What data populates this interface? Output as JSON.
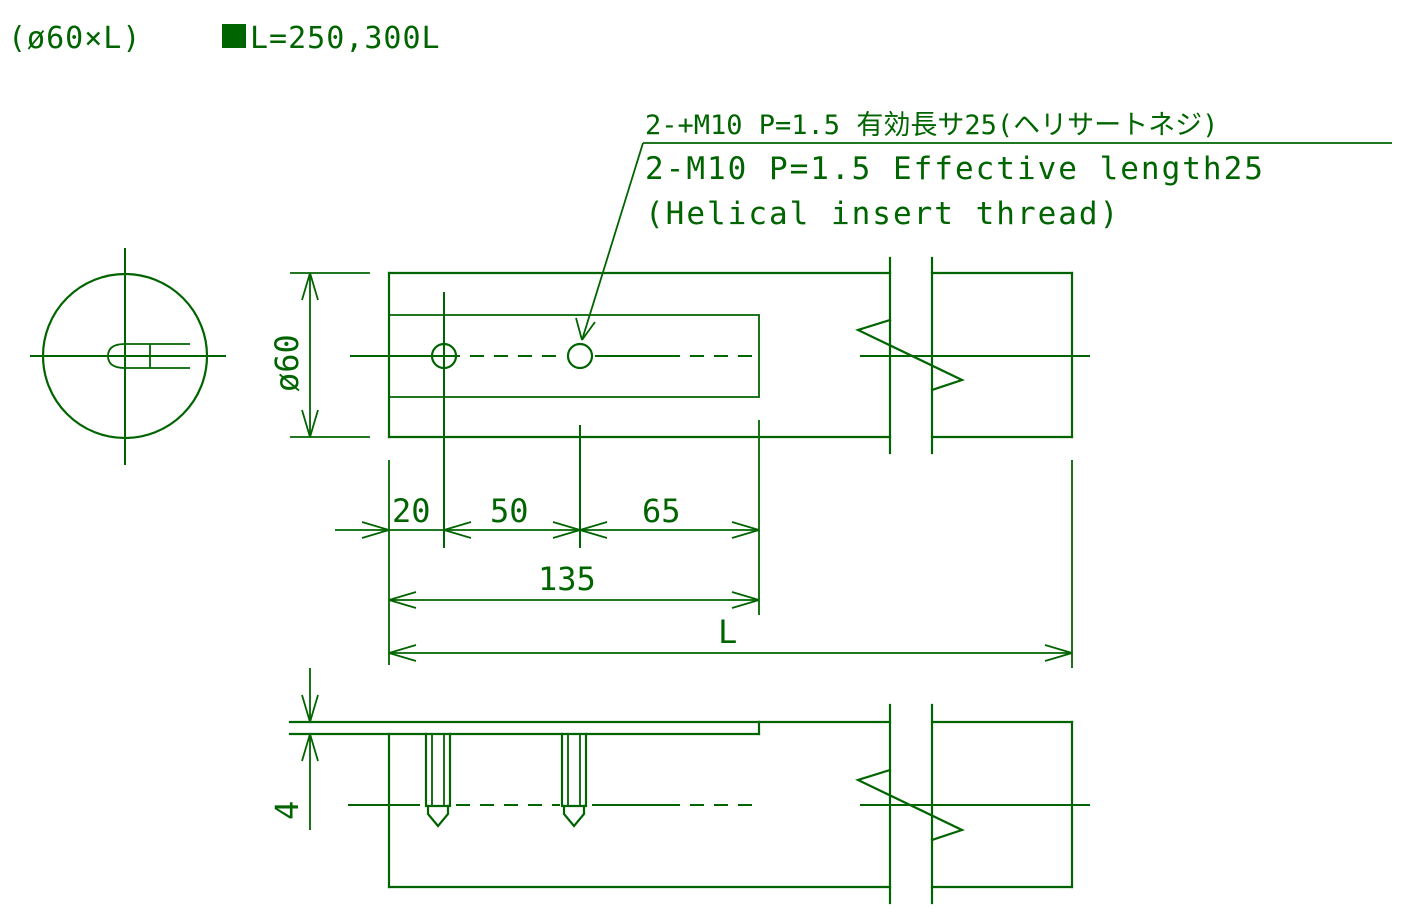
{
  "title": {
    "spec": "(ø60×L)",
    "marker_color": "#006400",
    "lengths": "L=250,300L"
  },
  "note": {
    "line1": "2-+M10 P=1.5 有効長サ25(ヘリサートネジ)",
    "line2": "2-M10 P=1.5 Effective length25",
    "line3": "(Helical insert thread)"
  },
  "dimensions": {
    "diameter": "ø60",
    "first_hole": "20",
    "hole_pitch": "50",
    "hole_to_flat_end": "65",
    "flat_length": "135",
    "overall_length": "L",
    "flat_depth": "4"
  },
  "colors": {
    "line": "#006400",
    "background": "#ffffff"
  }
}
